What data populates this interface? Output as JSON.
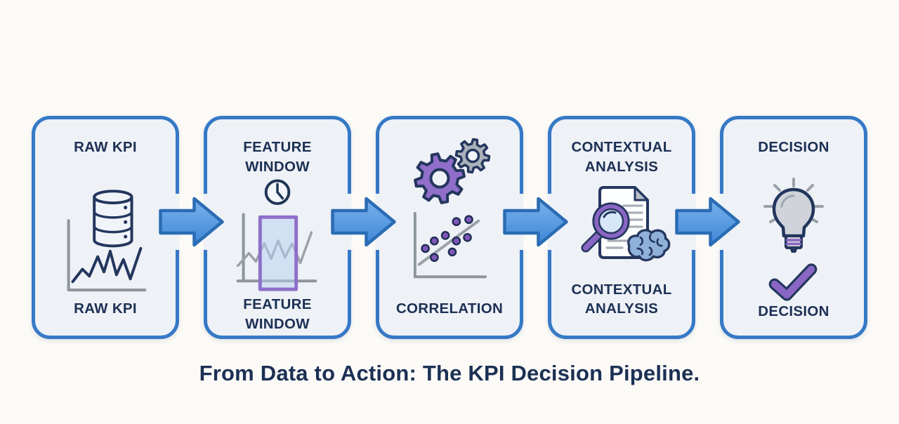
{
  "caption": "From Data to Action: The KPI Decision Pipeline.",
  "stages": [
    {
      "id": "raw-kpi",
      "title": "RAW KPI",
      "label": "RAW KPI"
    },
    {
      "id": "feature-window",
      "title": "FEATURE WINDOW",
      "label": "FEATURE WINDOW"
    },
    {
      "id": "correlation",
      "title": "",
      "label": "CORRELATION"
    },
    {
      "id": "contextual-analysis",
      "title": "CONTEXTUAL ANALYSIS",
      "label": "CONTEXTUAL ANALYSIS"
    },
    {
      "id": "decision",
      "title": "DECISION",
      "label": "DECISION"
    }
  ],
  "icons": {
    "stage_raw_kpi": [
      "database-icon",
      "kpi-line-chart-icon"
    ],
    "stage_feature_window": [
      "clock-icon",
      "feature-window-chart-icon"
    ],
    "stage_correlation": [
      "gears-icon",
      "correlation-scatter-icon"
    ],
    "stage_contextual_analysis": [
      "document-icon",
      "magnifier-icon",
      "brain-icon"
    ],
    "stage_decision": [
      "lightbulb-icon",
      "checkmark-icon"
    ],
    "connector": "flow-arrow-icon"
  },
  "colors": {
    "background": "#fbfaf7",
    "box_fill": "#eef1f6",
    "box_border": "#3579c6",
    "arrow_fill": "#4e95e0",
    "arrow_border": "#2a6cb4",
    "text_navy": "#1c3054",
    "icon_navy": "#24365e",
    "purple": "#8a66c4",
    "gray_line": "#8d949c",
    "gear_gray": "#abb1b9",
    "brain_blue": "#8fb0d8",
    "bulb_gray": "#d0d4da",
    "window_fill": "#b5d0f2"
  }
}
